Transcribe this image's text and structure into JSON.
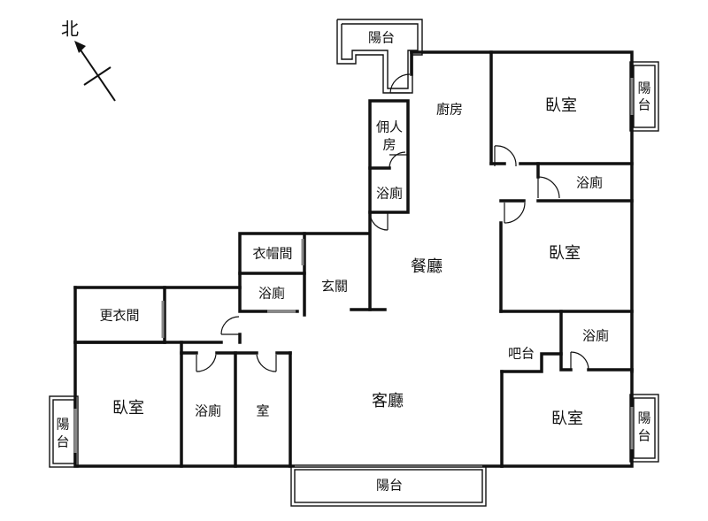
{
  "compass": {
    "label": "北"
  },
  "rooms": {
    "balcony_top": "陽台",
    "kitchen": "廚房",
    "bedroom_ne": "臥室",
    "balcony_ne_1": "陽",
    "balcony_ne_2": "台",
    "maid_room_1": "佣人",
    "maid_room_2": "房",
    "bath_maid": "浴廁",
    "bath_ne": "浴廁",
    "bedroom_e": "臥室",
    "cloakroom": "衣帽間",
    "foyer": "玄關",
    "dining": "餐廳",
    "bath_foyer": "浴廁",
    "dressing_room": "更衣間",
    "bath_e": "浴廁",
    "bar": "吧台",
    "bedroom_w": "臥室",
    "balcony_w_1": "陽",
    "balcony_w_2": "台",
    "bath_w": "浴廁",
    "room_small": "室",
    "living": "客廳",
    "bedroom_se": "臥室",
    "balcony_se_1": "陽",
    "balcony_se_2": "台",
    "balcony_bottom": "陽台"
  }
}
